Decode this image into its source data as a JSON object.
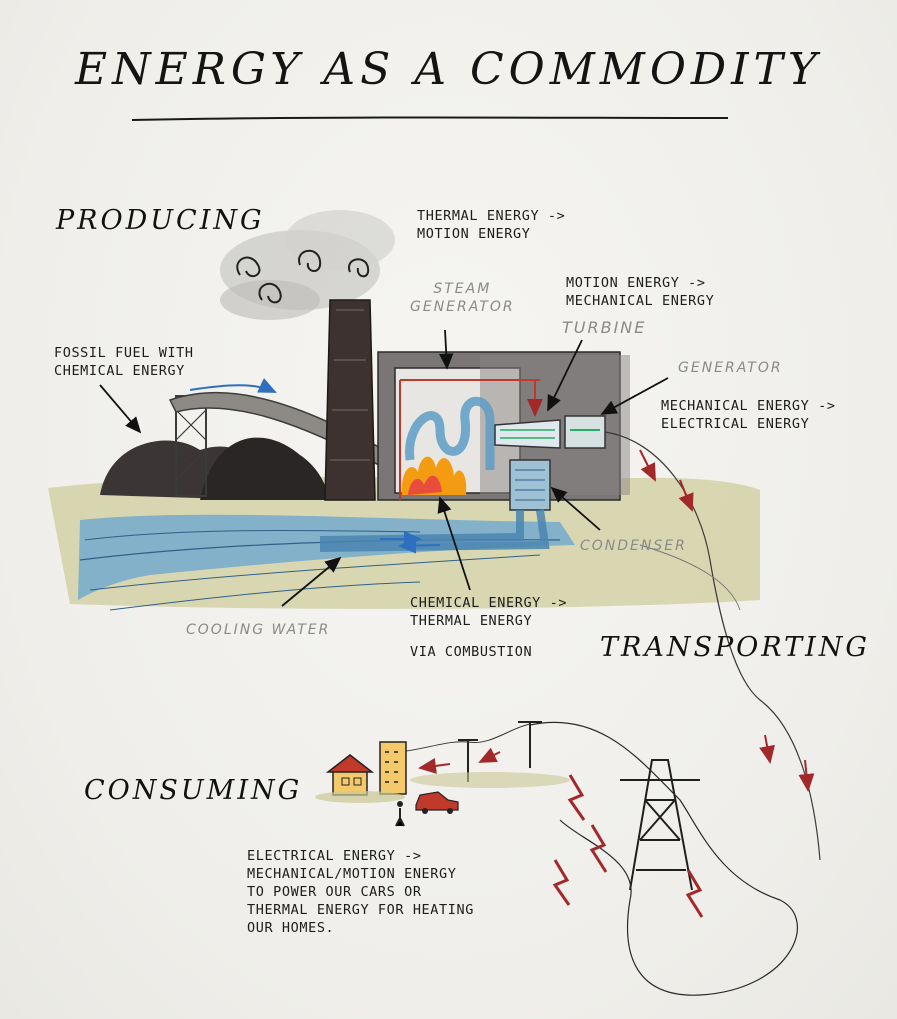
{
  "title": "ENERGY AS A COMMODITY",
  "sections": {
    "producing": "PRODUCING",
    "transporting": "TRANSPORTING",
    "consuming": "CONSUMING"
  },
  "captions": {
    "thermal_to_motion": "THERMAL ENERGY ->\nMOTION ENERGY",
    "motion_to_mechanical": "MOTION ENERGY ->\nMECHANICAL ENERGY",
    "fossil_fuel": "FOSSIL FUEL WITH\nCHEMICAL ENERGY",
    "mechanical_to_electrical": "MECHANICAL ENERGY ->\nELECTRICAL ENERGY",
    "chemical_to_thermal": "CHEMICAL ENERGY ->\nTHERMAL ENERGY",
    "via_combustion": "VIA COMBUSTION",
    "consuming_text": "ELECTRICAL ENERGY ->\nMECHANICAL/MOTION ENERGY\nTO POWER OUR CARS OR\nTHERMAL ENERGY FOR HEATING\nOUR HOMES."
  },
  "component_labels": {
    "steam_generator": "STEAM\nGENERATOR",
    "turbine": "TURBINE",
    "generator": "GENERATOR",
    "condenser": "CONDENSER",
    "cooling_water": "COOLING WATER"
  },
  "colors": {
    "ink": "#1a1a1a",
    "water": "#5d9cc4",
    "flow_arrow": "#2f6fc0",
    "heat_arrow": "#c0392b",
    "fire": "#f39c12",
    "ground": "#c9c894",
    "lightning": "#a3282a"
  }
}
